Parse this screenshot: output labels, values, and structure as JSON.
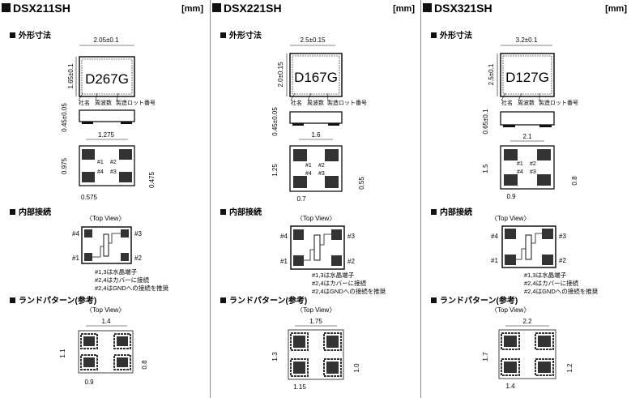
{
  "labels": {
    "unit": "[mm]",
    "outline": "外形寸法",
    "internal": "内部接続",
    "land": "ランドパターン(参考)",
    "topview": "〈Top View〉",
    "mark_company": "社名",
    "mark_freq": "周波数",
    "mark_lot": "製造ロット番号",
    "pin1": "#1",
    "pin2": "#2",
    "pin3": "#3",
    "pin4": "#4",
    "note1": "#1,3は水晶端子",
    "note2": "#2,4はカバーに接続",
    "note3": "#2,4はGNDへの接続を推奨"
  },
  "products": [
    {
      "title": "DSX211SH",
      "marking": "D267G",
      "dim_w": "2.05±0.1",
      "dim_h": "1.65±0.1",
      "dim_t": "0.45±0.05",
      "pad_pitch_x": "1.275",
      "pad_pitch_y": "0.975",
      "pad_w": "0.575",
      "pad_h": "0.475",
      "land_w": "1.4",
      "land_h": "1.1",
      "land_pad_w": "0.9",
      "land_pad_h": "0.8"
    },
    {
      "title": "DSX221SH",
      "marking": "D167G",
      "dim_w": "2.5±0.15",
      "dim_h": "2.0±0.15",
      "dim_t": "0.45±0.05",
      "pad_pitch_x": "1.6",
      "pad_pitch_y": "1.25",
      "pad_w": "0.7",
      "pad_h": "0.55",
      "land_w": "1.75",
      "land_h": "1.3",
      "land_pad_w": "1.15",
      "land_pad_h": "1.0"
    },
    {
      "title": "DSX321SH",
      "marking": "D127G",
      "dim_w": "3.2±0.1",
      "dim_h": "2.5±0.1",
      "dim_t": "0.65±0.1",
      "pad_pitch_x": "2.1",
      "pad_pitch_y": "1.5",
      "pad_w": "0.9",
      "pad_h": "0.8",
      "land_w": "2.2",
      "land_h": "1.7",
      "land_pad_w": "1.4",
      "land_pad_h": "1.2"
    }
  ]
}
